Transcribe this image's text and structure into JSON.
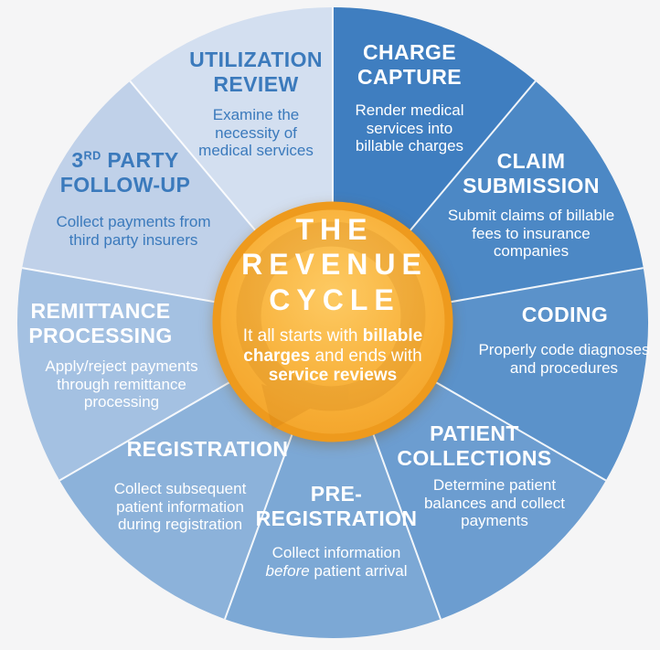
{
  "diagram_title": "THE REVENUE CYCLE",
  "divider_color": "#ffffff",
  "palette": {
    "background": "#f5f5f6",
    "text_on_dark": "#ffffff",
    "text_on_light": "#3b7abc"
  },
  "center": {
    "title": "THE REVENUE CYCLE",
    "subtitle_part1": "It all starts with ",
    "subtitle_bold1": "billable charges",
    "subtitle_part2": " and ends with ",
    "subtitle_bold2": "service reviews",
    "rim_color": "#ee9a1d",
    "gradient": [
      "#fdca63",
      "#f8b13a",
      "#f19f24"
    ],
    "watermark_color": "#c07310"
  },
  "segments": [
    {
      "id": "charge-capture",
      "title": "CHARGE CAPTURE",
      "description": "Render medical services into billable charges",
      "color": "#3f7ec0"
    },
    {
      "id": "claim-submission",
      "title": "CLAIM SUBMISSION",
      "description": "Submit claims of billable fees to insurance companies",
      "color": "#4c88c5"
    },
    {
      "id": "coding",
      "title": "CODING",
      "description": "Properly code diagnoses and procedures",
      "color": "#5b92ca"
    },
    {
      "id": "patient-collections",
      "title": "PATIENT COLLECTIONS",
      "description": "Determine patient balances and collect payments",
      "color": "#6c9dd0"
    },
    {
      "id": "pre-registration",
      "title": "PRE-REGISTRATION",
      "description_part1": "Collect information ",
      "description_italic": "before",
      "description_part2": " patient arrival",
      "color": "#7ca8d5"
    },
    {
      "id": "registration",
      "title": "REGISTRATION",
      "description": "Collect subsequent patient information during registration",
      "color": "#8cb2da"
    },
    {
      "id": "remittance-processing",
      "title": "REMITTANCE PROCESSING",
      "description": "Apply/reject payments through remittance processing",
      "color": "#a4c1e2"
    },
    {
      "id": "third-party-follow-up",
      "title_prefix": "3",
      "title_sup": "RD",
      "title_suffix": " PARTY FOLLOW-UP",
      "description": "Collect payments from third party insurers",
      "color": "#c0d1e9"
    },
    {
      "id": "utilization-review",
      "title": "UTILIZATION REVIEW",
      "description": "Examine the necessity of medical services",
      "color": "#d3dff0"
    }
  ]
}
